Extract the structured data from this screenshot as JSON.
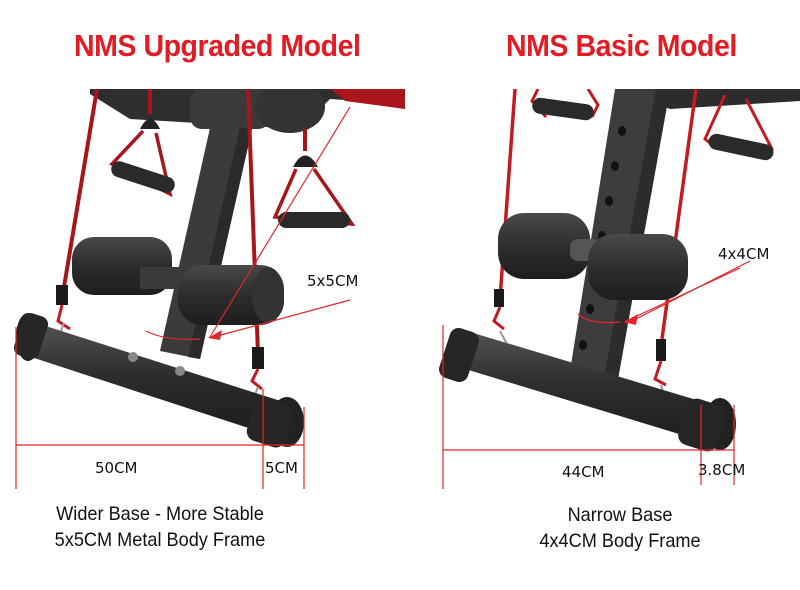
{
  "left": {
    "title": "NMS Upgraded Model",
    "frame_label": "5x5CM",
    "base_width_label": "50CM",
    "foot_width_label": "5CM",
    "caption_line1": "Wider Base - More Stable",
    "caption_line2": "5x5CM Metal Body Frame"
  },
  "right": {
    "title": "NMS Basic Model",
    "frame_label": "4x4CM",
    "base_width_label": "44CM",
    "foot_width_label": "3.8CM",
    "caption_line1": "Narrow Base",
    "caption_line2": "4x4CM Body Frame"
  },
  "colors": {
    "title_red": "#e31c23",
    "band_red": "#b01018",
    "dimension_red": "#e0262b",
    "frame_dark": "#3a3a3a",
    "pad_dark": "#2e2e2e"
  }
}
